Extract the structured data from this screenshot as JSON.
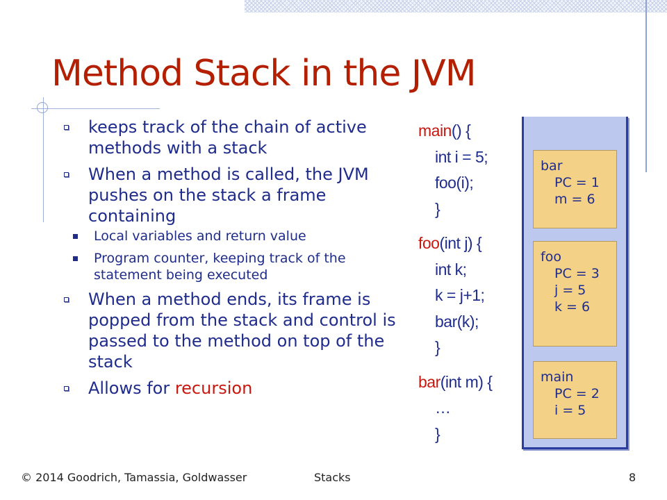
{
  "slide": {
    "title": "Method Stack in the JVM",
    "bullets": [
      {
        "text": "keeps track of the chain of active methods with a stack"
      },
      {
        "text": "When a method is called, the JVM pushes on the stack a frame containing",
        "subitems": [
          "Local variables and return value",
          "Program counter, keeping track of the statement being executed"
        ]
      },
      {
        "text": "When a method ends, its frame is popped from the stack and control is passed to the method on top of the stack"
      },
      {
        "text_before": "Allows for ",
        "highlight": "recursion"
      }
    ],
    "code": {
      "main": {
        "name": "main",
        "sig": "() {",
        "lines": [
          "int i = 5;",
          "foo(i);",
          "}"
        ]
      },
      "foo": {
        "name": "foo",
        "sig": "(int j) {",
        "lines": [
          "int k;",
          "k = j+1;",
          "bar(k);",
          "}"
        ]
      },
      "bar": {
        "name": "bar",
        "sig": "(int m) {",
        "lines": [
          "…",
          "}"
        ]
      }
    },
    "stack_frames": [
      {
        "name": "bar",
        "lines": [
          "PC = 1",
          "m = 6"
        ]
      },
      {
        "name": "foo",
        "lines": [
          "PC = 3",
          "j = 5",
          "k = 6"
        ]
      },
      {
        "name": "main",
        "lines": [
          "PC = 2",
          "i = 5"
        ]
      }
    ],
    "footer": {
      "copyright": "© 2014 Goodrich, Tamassia, Goldwasser",
      "section": "Stacks",
      "page_number": "8"
    }
  },
  "colors": {
    "title": "#b31f00",
    "text": "#1f2c8c",
    "highlight": "#c8180f",
    "stack_panel": "#bcc8ee",
    "stack_frame": "#f3d287"
  }
}
